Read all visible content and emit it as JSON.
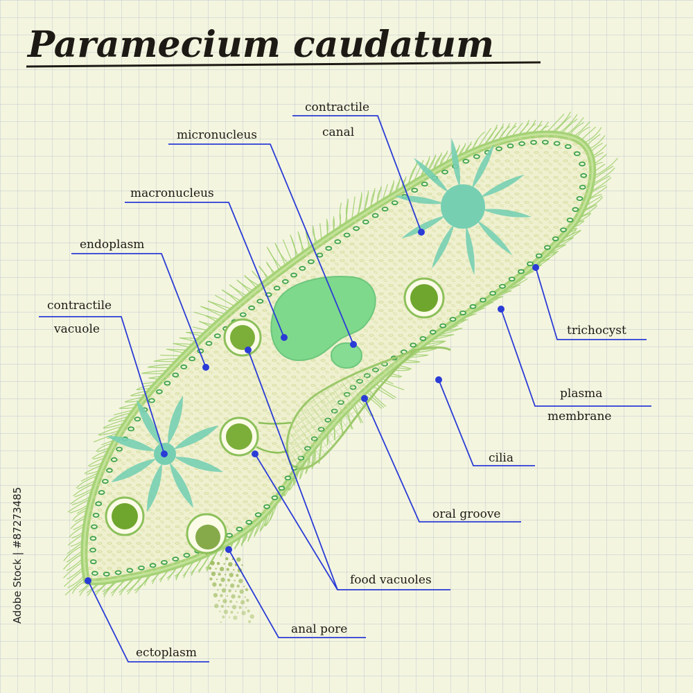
{
  "title": "Paramecium caudatum",
  "side_id": "Adobe Stock | #87273485",
  "labels": {
    "contractile_canal_1": "contractile",
    "contractile_canal_2": "canal",
    "micronucleus": "micronucleus",
    "macronucleus": "macronucleus",
    "endoplasm": "endoplasm",
    "contractile_vacuole_1": "contractile",
    "contractile_vacuole_2": "vacuole",
    "trichocyst": "trichocyst",
    "plasma_membrane_1": "plasma",
    "plasma_membrane_2": "membrane",
    "cilia": "cilia",
    "oral_groove": "oral groove",
    "food_vacuoles": "food vacuoles",
    "anal_pore": "anal pore",
    "ectoplasm": "ectoplasm"
  },
  "colors": {
    "leader": "#2a3bd6",
    "cilia": "#9fcf6e",
    "membrane": "#a6d277",
    "cytoplasm": "#eef0cf",
    "nucleus": "#7fd98c",
    "vacuole_star": "#77cfb2",
    "food_vacuole": "#6faa2e",
    "trichocyst_ring": "#3da24a"
  }
}
